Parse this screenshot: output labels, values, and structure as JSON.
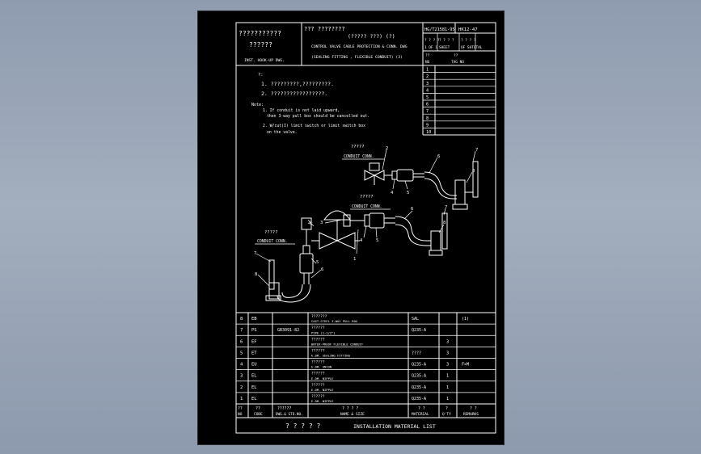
{
  "title_block": {
    "left_title": "???????????",
    "left_subtitle": "??????",
    "left_caption": "INST. HOOK-UP DWG.",
    "mid_title": "??? ????????",
    "mid_subtitle": "(????? ???)  (?)",
    "mid_line1": "CONTROL VALVE CABLE PROTECTION & CONN. DWG",
    "mid_line2": "(SEALING FITTING , FLEXIBLE CONDUIT) (3)",
    "std_no": "HG/T21581-95",
    "dwg_no": "HK12-47",
    "sheet_hdr": [
      "? ? ? ?",
      "? ? ? ?",
      "? ? ? ?"
    ],
    "sheet_row": [
      "1 OF 1",
      "SHEET",
      "OF SHTOTAL"
    ],
    "tag_hdr": [
      "??",
      "??"
    ],
    "tag_hdr2": [
      "NO",
      "TAG NO"
    ],
    "tag_rows": [
      "1",
      "2",
      "3",
      "4",
      "5",
      "6",
      "7",
      "8",
      "9",
      "10"
    ]
  },
  "notes": {
    "cn_head": "?:",
    "cn1": "1. ?????????,?????????.",
    "cn2": "2. ?????????????????.",
    "en_head": "Note:",
    "en1a": "1. If conduit is not laid upward,",
    "en1b": "then 3-way pull box should be cancelled out.",
    "en2a": "2. W/cut(I) limit switch or limit switch box",
    "en2b": "on the valve."
  },
  "diagram": {
    "label_conduit_cn_top": "?????",
    "label_conduit_top": "CONDUIT CONN.",
    "label_conduit_cn_mid": "?????",
    "label_conduit_mid": "CONDUIT CONN.",
    "label_conduit_cn_left": "?????",
    "label_conduit_left": "CONDUIT CONN.",
    "item_numbers": [
      "1",
      "2",
      "3",
      "4",
      "5",
      "6",
      "7",
      "8"
    ]
  },
  "material_list": {
    "rows": [
      {
        "no": "8",
        "code": "EB",
        "dwg": "",
        "name_cn": "???????",
        "name_en": "CAST-STEEL 3-WAY PULL BOX",
        "material": "SAL",
        "qty": "",
        "remarks": "(1)"
      },
      {
        "no": "7",
        "code": "PS",
        "dwg": "GB3091-82",
        "name_cn": "??????",
        "name_en": "PIPE (1-1/2\")",
        "material": "Q235-A",
        "qty": "",
        "remarks": ""
      },
      {
        "no": "6",
        "code": "EF",
        "dwg": "",
        "name_cn": "??????",
        "name_en": "WATER-PROOF FLEXIBLE CONDUIT",
        "material": "",
        "qty": "3",
        "remarks": ""
      },
      {
        "no": "5",
        "code": "ET",
        "dwg": "",
        "name_cn": "??????",
        "name_en": "E.DM. SEALING FITTING",
        "material": "????",
        "qty": "3",
        "remarks": ""
      },
      {
        "no": "4",
        "code": "EU",
        "dwg": "",
        "name_cn": "??????",
        "name_en": "E.DM. UNION",
        "material": "Q235-A",
        "qty": "3",
        "remarks": "F×M"
      },
      {
        "no": "3",
        "code": "EL",
        "dwg": "",
        "name_cn": "??????",
        "name_en": "E.DM. NIPPLE",
        "material": "Q235-A",
        "qty": "1",
        "remarks": ""
      },
      {
        "no": "2",
        "code": "EL",
        "dwg": "",
        "name_cn": "??????",
        "name_en": "E.DM. NIPPLE",
        "material": "Q235-A",
        "qty": "1",
        "remarks": ""
      },
      {
        "no": "1",
        "code": "EL",
        "dwg": "",
        "name_cn": "??????",
        "name_en": "E.DM. NIPPLE",
        "material": "Q235-A",
        "qty": "1",
        "remarks": ""
      }
    ],
    "hdr_cn": [
      "??",
      "??",
      "??????",
      "? ? ? ?",
      "? ?",
      "?",
      "? ?"
    ],
    "hdr_en": [
      "NO",
      "CODE",
      "DWG.& STD.NO.",
      "NAME & SIZE",
      "MATERIAL",
      "Q'TY",
      "REMARKS"
    ],
    "footer_cn": "? ? ? ? ?",
    "footer_en": "INSTALLATION MATERIAL LIST"
  }
}
